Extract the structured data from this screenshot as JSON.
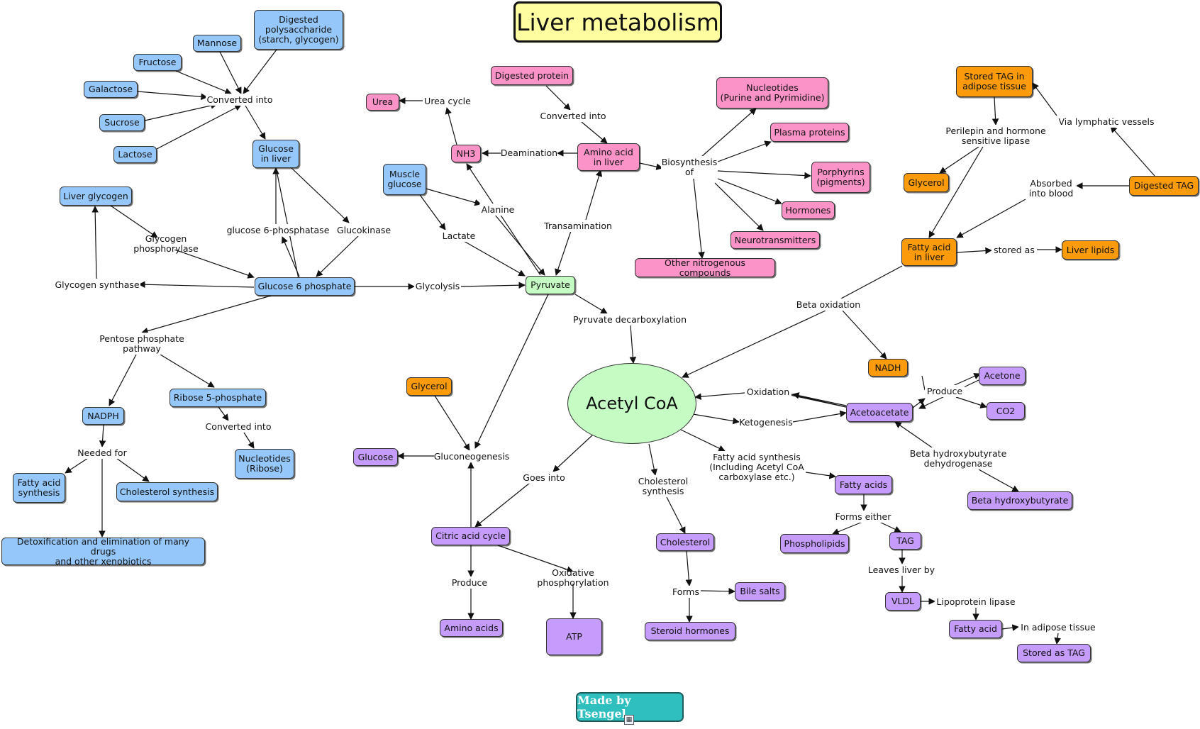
{
  "title": "Liver metabolism",
  "credit": "Made by Tsengel",
  "credit_icon": "map-icon",
  "colors": {
    "blue": "#95c7fb",
    "pink": "#fc93c8",
    "orange": "#fb9a0b",
    "purple": "#c59cfb",
    "green": "#c4fcc4",
    "title_bg": "#fefea0",
    "badge": "#2fbfbf"
  },
  "concepts": [
    {
      "id": "digested-polysaccharide",
      "text": "Digested\npolysaccharide\n(starch, glycogen)",
      "color": "blue"
    },
    {
      "id": "mannose",
      "text": "Mannose",
      "color": "blue"
    },
    {
      "id": "fructose",
      "text": "Fructose",
      "color": "blue"
    },
    {
      "id": "galactose",
      "text": "Galactose",
      "color": "blue"
    },
    {
      "id": "sucrose",
      "text": "Sucrose",
      "color": "blue"
    },
    {
      "id": "lactose",
      "text": "Lactose",
      "color": "blue"
    },
    {
      "id": "glucose-in-liver",
      "text": "Glucose\nin liver",
      "color": "blue"
    },
    {
      "id": "liver-glycogen",
      "text": "Liver glycogen",
      "color": "blue"
    },
    {
      "id": "glucose-6-phosphate",
      "text": "Glucose 6 phosphate",
      "color": "blue"
    },
    {
      "id": "nadph",
      "text": "NADPH",
      "color": "blue"
    },
    {
      "id": "ribose-5-phosphate",
      "text": "Ribose 5-phosphate",
      "color": "blue"
    },
    {
      "id": "nucleotides-ribose",
      "text": "Nucleotides\n(Ribose)",
      "color": "blue"
    },
    {
      "id": "fatty-acid-synthesis-blue",
      "text": "Fatty acid\nsynthesis",
      "color": "blue"
    },
    {
      "id": "cholesterol-synthesis-blue",
      "text": "Cholesterol synthesis",
      "color": "blue"
    },
    {
      "id": "detoxification",
      "text": "Detoxification and elimination of many drugs\nand other xenobiotics",
      "color": "blue"
    },
    {
      "id": "muscle-glucose",
      "text": "Muscle\nglucose",
      "color": "blue"
    },
    {
      "id": "digested-protein",
      "text": "Digested protein",
      "color": "pink"
    },
    {
      "id": "urea",
      "text": "Urea",
      "color": "pink"
    },
    {
      "id": "nh3",
      "text": "NH3",
      "color": "pink"
    },
    {
      "id": "amino-acid-in-liver",
      "text": "Amino acid\nin liver",
      "color": "pink"
    },
    {
      "id": "nucleotides-purine",
      "text": "Nucleotides\n(Purine and Pyrimidine)",
      "color": "pink"
    },
    {
      "id": "plasma-proteins",
      "text": "Plasma proteins",
      "color": "pink"
    },
    {
      "id": "porphyrins",
      "text": "Porphyrins\n(pigments)",
      "color": "pink"
    },
    {
      "id": "hormones",
      "text": "Hormones",
      "color": "pink"
    },
    {
      "id": "neurotransmitters",
      "text": "Neurotransmitters",
      "color": "pink"
    },
    {
      "id": "other-nitrogenous",
      "text": "Other nitrogenous compounds",
      "color": "pink"
    },
    {
      "id": "pyruvate",
      "text": "Pyruvate",
      "color": "green"
    },
    {
      "id": "stored-tag-adipose",
      "text": "Stored TAG in\nadipose tissue",
      "color": "orange"
    },
    {
      "id": "glycerol-orange-right",
      "text": "Glycerol",
      "color": "orange"
    },
    {
      "id": "digested-tag",
      "text": "Digested TAG",
      "color": "orange"
    },
    {
      "id": "fatty-acid-in-liver",
      "text": "Fatty acid\nin liver",
      "color": "orange"
    },
    {
      "id": "liver-lipids",
      "text": "Liver lipids",
      "color": "orange"
    },
    {
      "id": "nadh",
      "text": "NADH",
      "color": "orange"
    },
    {
      "id": "glycerol-orange-left",
      "text": "Glycerol",
      "color": "orange"
    },
    {
      "id": "acetyl-coa",
      "text": "Acetyl CoA",
      "color": "green"
    },
    {
      "id": "glucose-purple",
      "text": "Glucose",
      "color": "purple"
    },
    {
      "id": "acetoacetate",
      "text": "Acetoacetate",
      "color": "purple"
    },
    {
      "id": "acetone",
      "text": "Acetone",
      "color": "purple"
    },
    {
      "id": "co2",
      "text": "CO2",
      "color": "purple"
    },
    {
      "id": "fatty-acids",
      "text": "Fatty acids",
      "color": "purple"
    },
    {
      "id": "beta-hydroxybutyrate",
      "text": "Beta hydroxybutyrate",
      "color": "purple"
    },
    {
      "id": "citric-acid-cycle",
      "text": "Citric acid cycle",
      "color": "purple"
    },
    {
      "id": "cholesterol",
      "text": "Cholesterol",
      "color": "purple"
    },
    {
      "id": "phospholipids",
      "text": "Phospholipids",
      "color": "purple"
    },
    {
      "id": "tag",
      "text": "TAG",
      "color": "purple"
    },
    {
      "id": "amino-acids",
      "text": "Amino acids",
      "color": "purple"
    },
    {
      "id": "atp",
      "text": "ATP",
      "color": "purple"
    },
    {
      "id": "bile-salts",
      "text": "Bile salts",
      "color": "purple"
    },
    {
      "id": "steroid-hormones",
      "text": "Steroid hormones",
      "color": "purple"
    },
    {
      "id": "vldl",
      "text": "VLDL",
      "color": "purple"
    },
    {
      "id": "fatty-acid-purple",
      "text": "Fatty acid",
      "color": "purple"
    },
    {
      "id": "stored-as-tag",
      "text": "Stored as TAG",
      "color": "purple"
    }
  ],
  "linking_phrases": [
    {
      "id": "converted-into-1",
      "text": "Converted into"
    },
    {
      "id": "glucose-6-phosphatase",
      "text": "glucose  6-phosphatase"
    },
    {
      "id": "glucokinase",
      "text": "Glucokinase"
    },
    {
      "id": "glycogen-phosphorylase",
      "text": "Glycogen phosphorylase"
    },
    {
      "id": "glycogen-synthase",
      "text": "Glycogen synthase"
    },
    {
      "id": "glycolysis",
      "text": "Glycolysis"
    },
    {
      "id": "pentose-phosphate-pathway",
      "text": "Pentose phosphate\npathway"
    },
    {
      "id": "converted-into-2",
      "text": "Converted into"
    },
    {
      "id": "needed-for",
      "text": "Needed for"
    },
    {
      "id": "urea-cycle",
      "text": "Urea cycle"
    },
    {
      "id": "converted-into-3",
      "text": "Converted into"
    },
    {
      "id": "deamination",
      "text": "Deamination"
    },
    {
      "id": "biosynthesis-of",
      "text": "Biosynthesis\nof"
    },
    {
      "id": "alanine",
      "text": "Alanine"
    },
    {
      "id": "lactate",
      "text": "Lactate"
    },
    {
      "id": "transamination",
      "text": "Transamination"
    },
    {
      "id": "pyruvate-decarboxylation",
      "text": "Pyruvate decarboxylation"
    },
    {
      "id": "perilepin",
      "text": "Perilepin and hormone\nsensitive lipase"
    },
    {
      "id": "via-lymphatic",
      "text": "Via lymphatic vessels"
    },
    {
      "id": "absorbed-into-blood",
      "text": "Absorbed\ninto blood"
    },
    {
      "id": "stored-as",
      "text": "stored as"
    },
    {
      "id": "beta-oxidation",
      "text": "Beta oxidation"
    },
    {
      "id": "oxidation",
      "text": "Oxidation"
    },
    {
      "id": "produce-1",
      "text": "Produce"
    },
    {
      "id": "ketogenesis",
      "text": "Ketogenesis"
    },
    {
      "id": "gluconeogenesis",
      "text": "Gluconeogenesis"
    },
    {
      "id": "goes-into",
      "text": "Goes into"
    },
    {
      "id": "cholesterol-synthesis-link",
      "text": "Cholesterol\nsynthesis"
    },
    {
      "id": "fatty-acid-synthesis-link",
      "text": "Fatty acid synthesis\n(Including Acetyl CoA\ncarboxylase etc.)"
    },
    {
      "id": "beta-hb-dehydrogenase",
      "text": "Beta hydroxybutyrate\ndehydrogenase"
    },
    {
      "id": "forms-either",
      "text": "Forms either"
    },
    {
      "id": "produce-2",
      "text": "Produce"
    },
    {
      "id": "oxidative-phosphorylation",
      "text": "Oxidative phosphorylation"
    },
    {
      "id": "forms",
      "text": "Forms"
    },
    {
      "id": "leaves-liver-by",
      "text": "Leaves liver by"
    },
    {
      "id": "lipoprotein-lipase",
      "text": "Lipoprotein lipase"
    },
    {
      "id": "in-adipose-tissue",
      "text": "In adipose tissue"
    }
  ]
}
